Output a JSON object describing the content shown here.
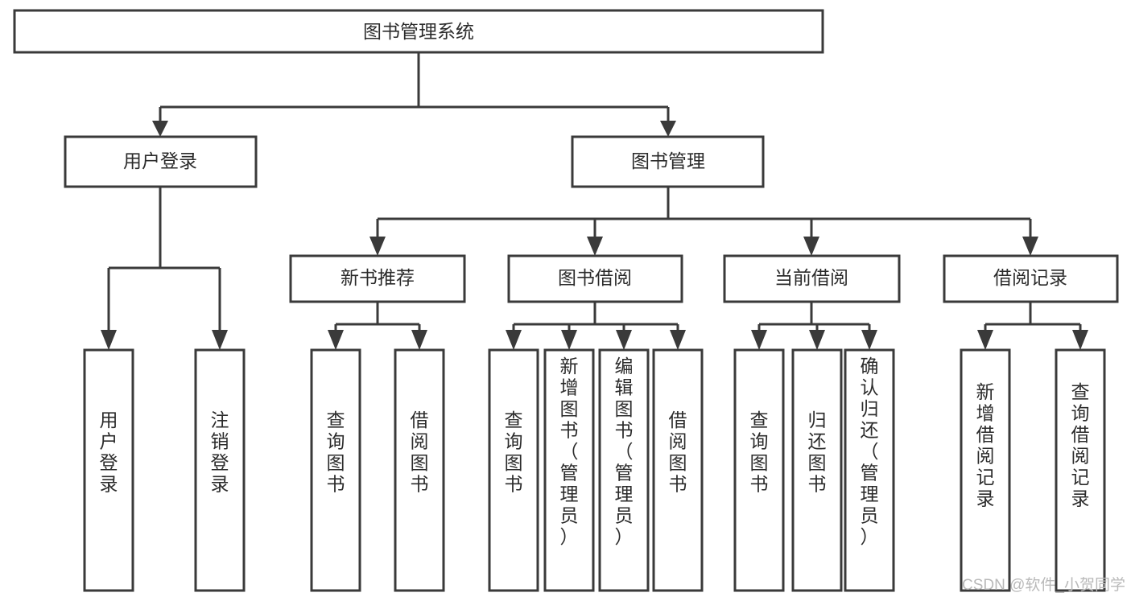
{
  "diagram": {
    "title": "图书管理系统",
    "type": "function-structure-tree",
    "root": {
      "id": "root",
      "label": "图书管理系统",
      "orientation": "horizontal"
    },
    "level2": [
      {
        "id": "user-login",
        "label": "用户登录",
        "orientation": "horizontal"
      },
      {
        "id": "book-manage",
        "label": "图书管理",
        "orientation": "horizontal"
      }
    ],
    "level3": [
      {
        "id": "new-book-recommend",
        "label": "新书推荐",
        "orientation": "horizontal",
        "parent": "book-manage"
      },
      {
        "id": "book-borrow",
        "label": "图书借阅",
        "orientation": "horizontal",
        "parent": "book-manage"
      },
      {
        "id": "current-borrow",
        "label": "当前借阅",
        "orientation": "horizontal",
        "parent": "book-manage"
      },
      {
        "id": "borrow-record",
        "label": "借阅记录",
        "orientation": "horizontal",
        "parent": "book-manage"
      }
    ],
    "leaves": [
      {
        "id": "leaf-user-login",
        "label": "用户登录",
        "orientation": "vertical",
        "parent": "user-login"
      },
      {
        "id": "leaf-logout-login",
        "label": "注销登录",
        "orientation": "vertical",
        "parent": "user-login"
      },
      {
        "id": "leaf-query-book-1",
        "label": "查询图书",
        "orientation": "vertical",
        "parent": "new-book-recommend"
      },
      {
        "id": "leaf-borrow-book-1",
        "label": "借阅图书",
        "orientation": "vertical",
        "parent": "new-book-recommend"
      },
      {
        "id": "leaf-query-book-2",
        "label": "查询图书",
        "orientation": "vertical",
        "parent": "book-borrow"
      },
      {
        "id": "leaf-add-book",
        "label": "新增图书（管理员）",
        "orientation": "vertical",
        "parent": "book-borrow"
      },
      {
        "id": "leaf-edit-book",
        "label": "编辑图书（管理员）",
        "orientation": "vertical",
        "parent": "book-borrow"
      },
      {
        "id": "leaf-borrow-book-2",
        "label": "借阅图书",
        "orientation": "vertical",
        "parent": "book-borrow"
      },
      {
        "id": "leaf-query-book-3",
        "label": "查询图书",
        "orientation": "vertical",
        "parent": "current-borrow"
      },
      {
        "id": "leaf-return-book",
        "label": "归还图书",
        "orientation": "vertical",
        "parent": "current-borrow"
      },
      {
        "id": "leaf-confirm-return",
        "label": "确认归还（管理员）",
        "orientation": "vertical",
        "parent": "current-borrow"
      },
      {
        "id": "leaf-add-record",
        "label": "新增借阅记录",
        "orientation": "vertical",
        "parent": "borrow-record"
      },
      {
        "id": "leaf-query-record",
        "label": "查询借阅记录",
        "orientation": "vertical",
        "parent": "borrow-record"
      }
    ],
    "watermark": "CSDN @软件_小贺同学",
    "colors": {
      "stroke": "#3a3a3a",
      "box_fill": "#ffffff",
      "text": "#2b2b2b",
      "watermark": "#b9b9b9",
      "background": "#ffffff"
    }
  }
}
